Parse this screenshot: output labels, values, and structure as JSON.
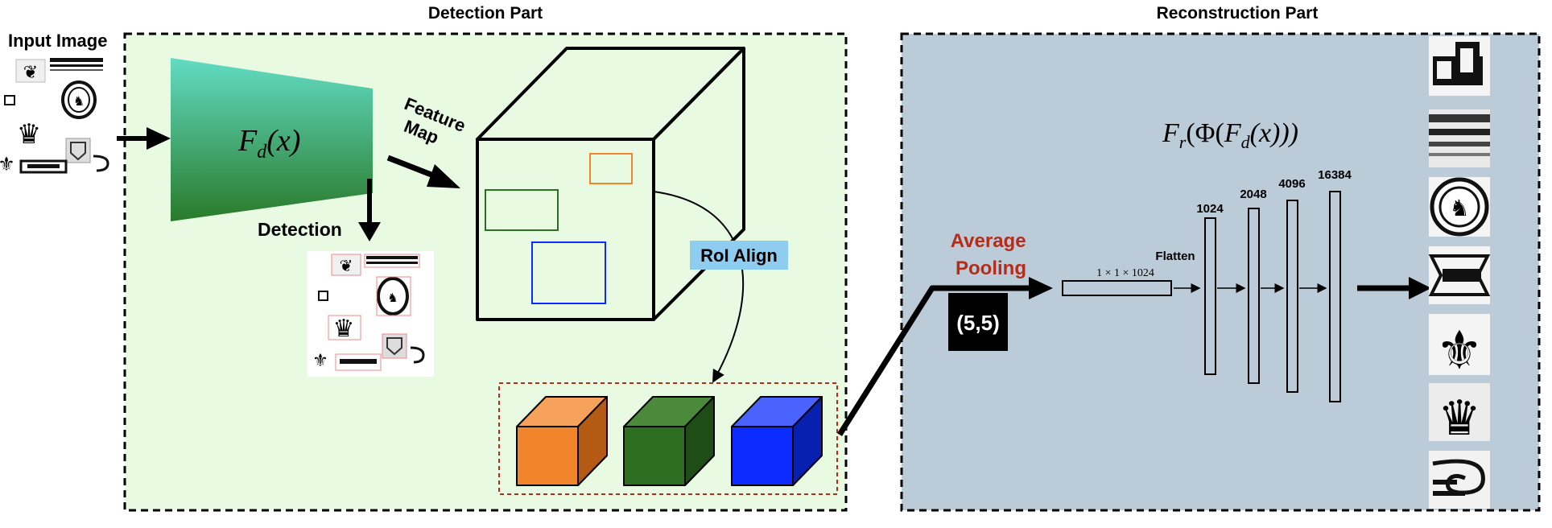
{
  "titles": {
    "detection": "Detection Part",
    "reconstruction": "Reconstruction Part"
  },
  "labels": {
    "input_image": "Input Image",
    "feature_map_line1": "Feature",
    "feature_map_line2": "Map",
    "detection": "Detection",
    "roi_align": "RoI Align",
    "average_pooling_line1": "Average",
    "average_pooling_line2": "Pooling",
    "pool_size": "(5,5)",
    "flatten": "Flatten",
    "flat_dim": "1 × 1 × 1024"
  },
  "formulas": {
    "detector": {
      "F": "F",
      "sub": "d",
      "arg": "(x)"
    },
    "reconstructor": {
      "F": "F",
      "sub_r": "r",
      "phi": "(Φ(",
      "F2": "F",
      "sub_d": "d",
      "tail": "(x)))"
    }
  },
  "fc_layers": [
    "1024",
    "2048",
    "4096",
    "16384"
  ],
  "colors": {
    "detection_bg": "#e8fae2",
    "reconstruction_bg": "#bccbd8",
    "roi_box_orange": "#f0852c",
    "roi_box_green": "#2e6e23",
    "roi_box_blue": "#0c2cff",
    "roi_label_bg": "#8fcdf0",
    "avg_pooling_text": "#b22d1a",
    "crop_outline": "#b22d1a",
    "trapezoid_top": "#62dcc4",
    "trapezoid_bottom": "#2a7a2a"
  },
  "icons": {
    "input_thumbnails": [
      "ornament-beast-icon",
      "ornament-lines-icon",
      "ornament-seal-icon",
      "ornament-monogram-icon",
      "ornament-crown-icon",
      "ornament-shield-icon",
      "ornament-scroll-icon",
      "ornament-fleuron-icon"
    ],
    "output_patches": [
      "patch-monogram-icon",
      "patch-lines-icon",
      "patch-seal-icon",
      "patch-band-icon",
      "patch-fleuron-icon",
      "patch-crown-icon",
      "patch-scroll-icon"
    ]
  }
}
